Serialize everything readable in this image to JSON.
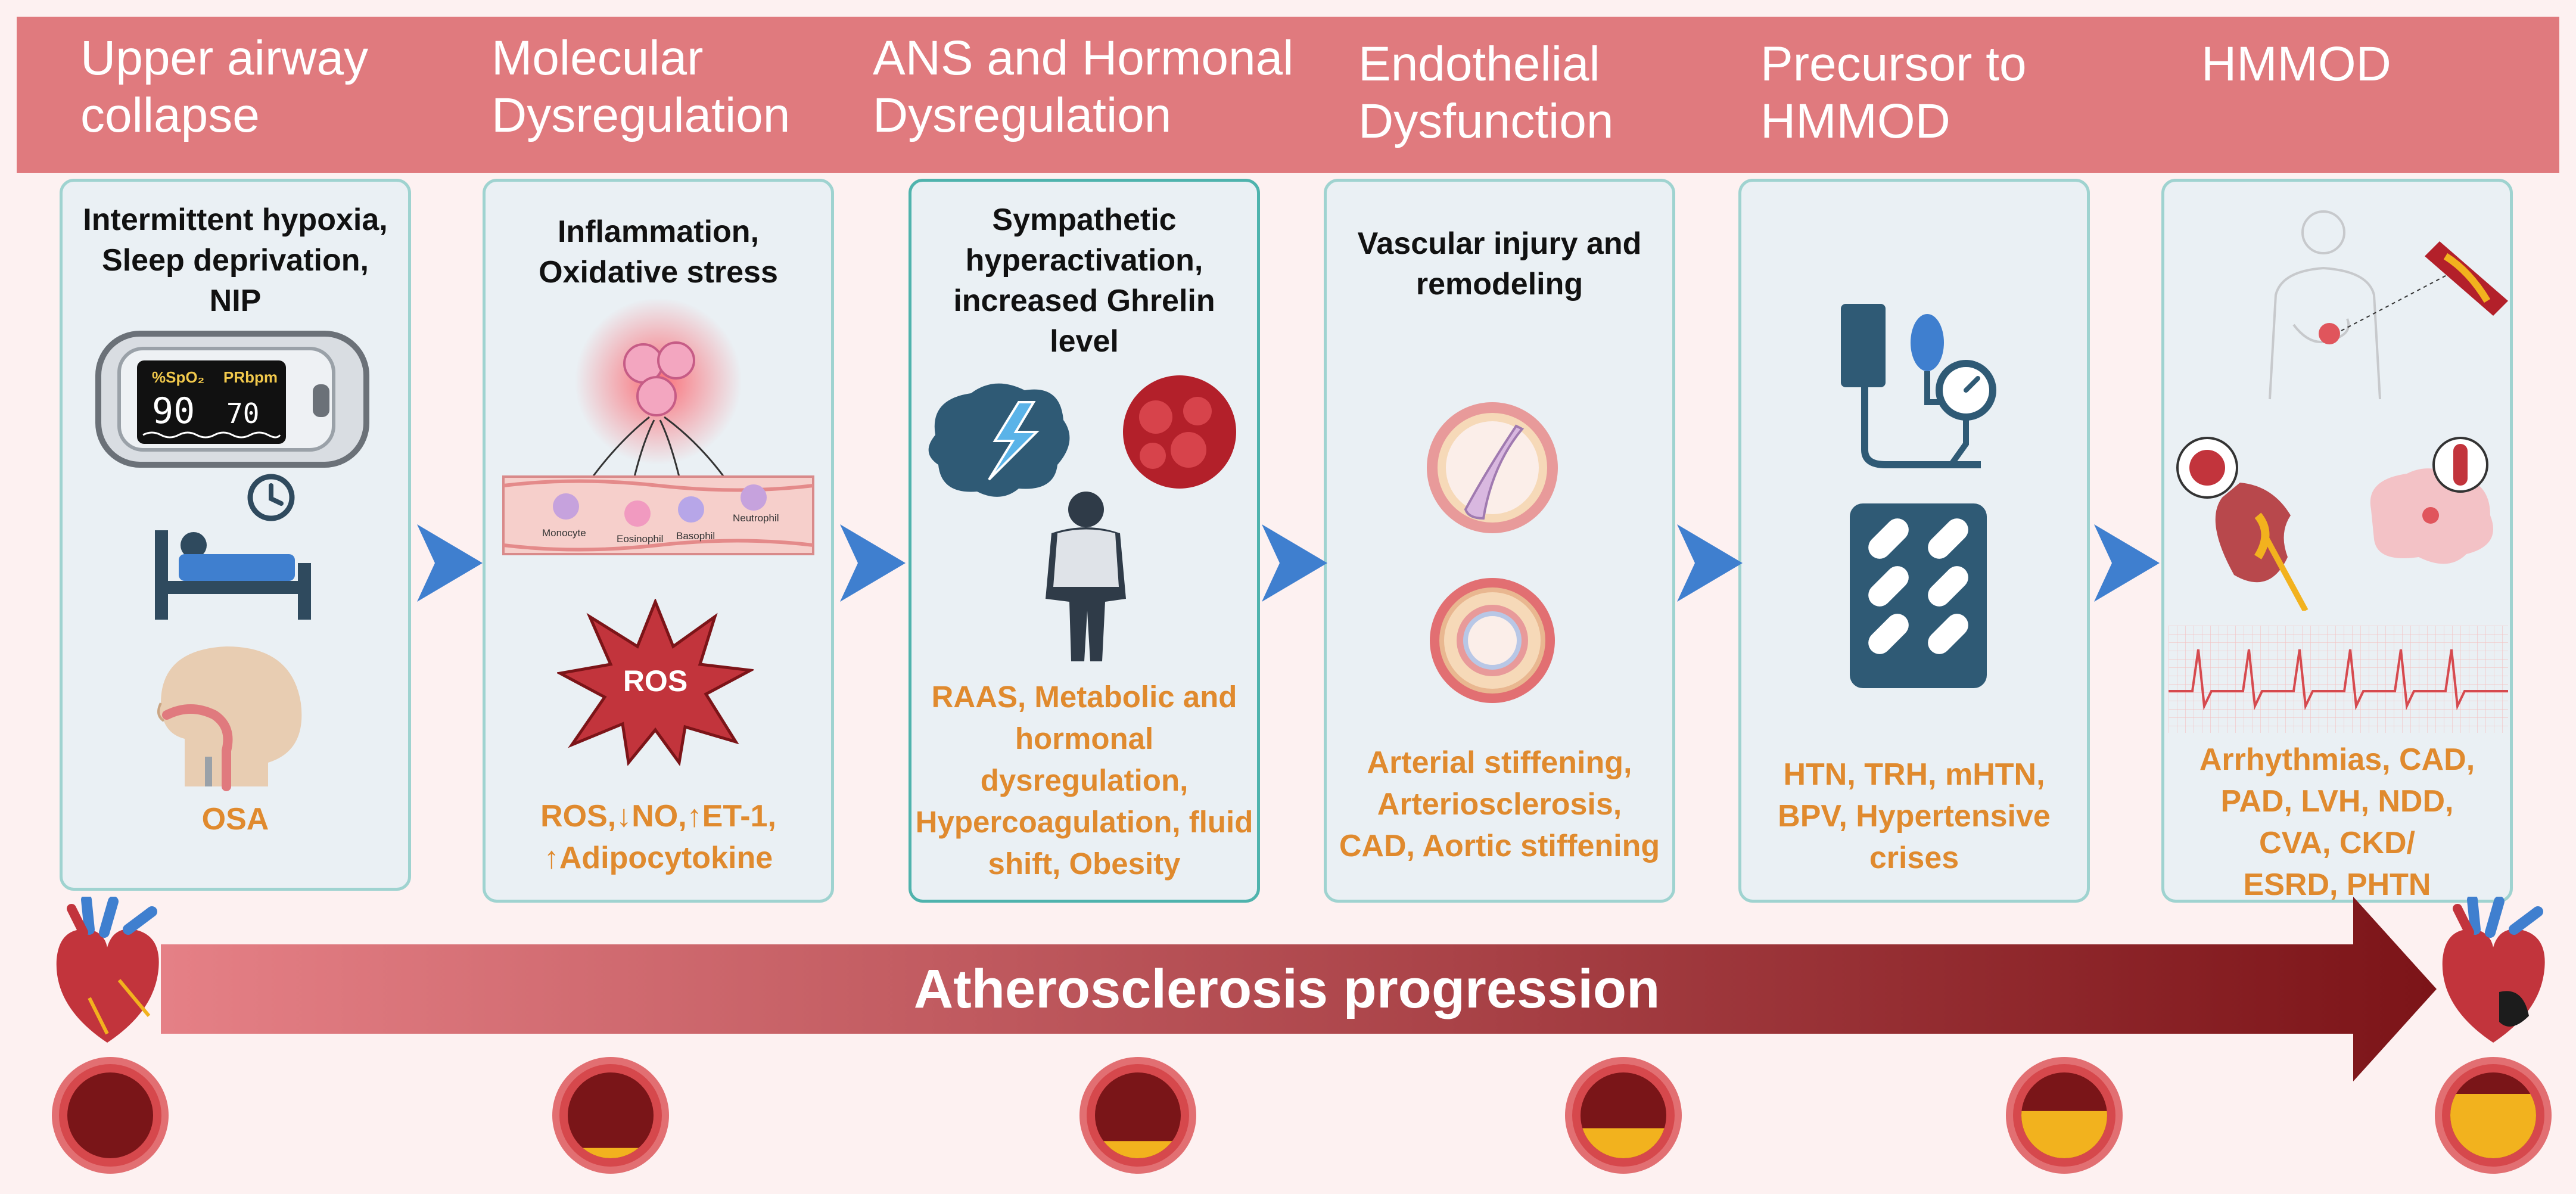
{
  "stages": [
    {
      "title": "Upper airway\ncollapse",
      "subtitle": "Intermittent hypoxia,\nSleep deprivation,\nNIP",
      "outcome": "OSA"
    },
    {
      "title": "Molecular\nDysregulation",
      "subtitle": "Inflammation,\nOxidative stress",
      "outcome": "ROS,↓NO,↑ET-1,\n↑Adipocytokine"
    },
    {
      "title": "ANS and Hormonal\nDysregulation",
      "subtitle": "Sympathetic\nhyperactivation,\nincreased Ghrelin\nlevel",
      "outcome": "RAAS, Metabolic and\nhormonal\ndysregulation,\nHypercoagulation, fluid\nshift, Obesity"
    },
    {
      "title": "Endothelial\nDysfunction",
      "subtitle": "Vascular injury and\nremodeling",
      "outcome": "Arterial stiffening,\nArteriosclerosis,\nCAD, Aortic stiffening"
    },
    {
      "title": "Precursor to\nHMMOD",
      "subtitle": "",
      "outcome": "HTN, TRH, mHTN,\nBPV, Hypertensive\ncrises"
    },
    {
      "title": "HMMOD",
      "subtitle": "",
      "outcome": "Arrhythmias, CAD,\nPAD, LVH, NDD,\nCVA, CKD/\nESRD, PHTN"
    }
  ],
  "oximeter": {
    "spo2_label": "%SpO₂",
    "pr_label": "PRbpm",
    "spo2_value": "90",
    "pr_value": "70"
  },
  "cells": {
    "monocyte": "Monocyte",
    "eosinophil": "Eosinophil",
    "basophil": "Basophil",
    "neutrophil": "Neutrophil"
  },
  "ros_label": "ROS",
  "arrow_label": "Atherosclerosis progression",
  "plaque_levels": [
    0.0,
    0.12,
    0.2,
    0.35,
    0.55,
    0.75
  ],
  "colors": {
    "header": "#e07a7e",
    "outcome_text": "#e08a2e",
    "panel_border": "#9fd3d0",
    "chevron": "#3f7fcf",
    "arrow_start": "#e58086",
    "arrow_end": "#7c1418",
    "ros_star": "#c2343c",
    "artery_ring": "#d6484c",
    "plaque": "#f2b21e"
  }
}
